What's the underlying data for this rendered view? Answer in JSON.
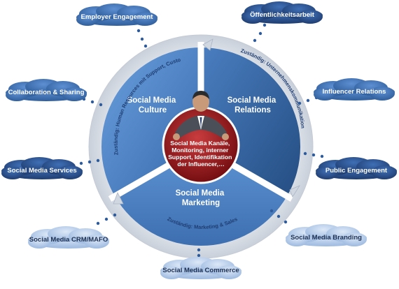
{
  "colors": {
    "cloud_dark": "#1f3e73",
    "cloud_mid": "#3566a8",
    "cloud_light": "#a9c3e6",
    "segment_dark": "#2f5d95",
    "segment_mid": "#3d77bd",
    "segment_light": "#5d93d6",
    "ring": "#e4e8ee",
    "center_dark": "#7a0d10",
    "center_light": "#c83a3c",
    "text_dark": "#1c2f52"
  },
  "segments": {
    "culture": {
      "line1": "Social Media",
      "line2": "Culture"
    },
    "relations": {
      "line1": "Social Media",
      "line2": "Relations"
    },
    "marketing": {
      "line1": "Social Media",
      "line2": "Marketing"
    }
  },
  "ring_labels": {
    "culture": "Zuständig: Human Resources mit Support, Customer Care, …",
    "relations": "Zuständig: Unternehmenskommunikation",
    "marketing": "Zuständig: Marketing & Sales"
  },
  "center": {
    "icon": "businessman-icon",
    "lines": [
      "Social Media Kanäle,",
      "Monitoring, interner",
      "Support, Identifikation",
      "der Influencer,…"
    ]
  },
  "clouds": {
    "employer_engagement": "Employer Engagement",
    "oeffentlichkeitsarbeit": "Öffentlichkeitsarbeit",
    "collaboration_sharing": "Collaboration & Sharing",
    "influencer_relations": "Influencer Relations",
    "social_media_services": "Social Media Services",
    "public_engagement": "Public Engagement",
    "social_media_crm_mafo": "Social Media CRM/MAFO",
    "social_media_branding": "Social Media Branding",
    "social_media_commerce": "Social Media Commerce"
  }
}
